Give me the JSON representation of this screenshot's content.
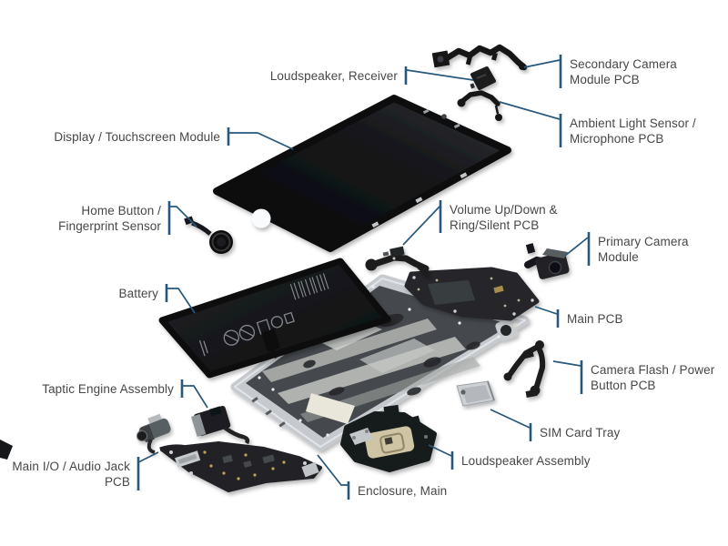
{
  "meta": {
    "description": "Exploded view diagram of a smartphone with callout labels for each internal component",
    "colors": {
      "background": "#ffffff",
      "label_text": "#474747",
      "leader_line": "#27587c",
      "display_black": "#101114",
      "enclosure_silver": "#c6c9cd",
      "speaker_pad_gold": "#cfc4a4"
    }
  },
  "labels": {
    "loudspeaker_receiver": {
      "lines": [
        "Loudspeaker, Receiver"
      ]
    },
    "secondary_camera": {
      "lines": [
        "Secondary Camera",
        "Module PCB"
      ]
    },
    "ambient": {
      "lines": [
        "Ambient Light Sensor /",
        "Microphone PCB"
      ]
    },
    "display": {
      "lines": [
        "Display / Touchscreen Module"
      ]
    },
    "home_button": {
      "lines": [
        "Home Button /",
        "Fingerprint Sensor"
      ]
    },
    "volume": {
      "lines": [
        "Volume Up/Down &",
        "Ring/Silent PCB"
      ]
    },
    "primary_camera": {
      "lines": [
        "Primary Camera",
        "Module"
      ]
    },
    "battery": {
      "lines": [
        "Battery"
      ]
    },
    "main_pcb": {
      "lines": [
        "Main PCB"
      ]
    },
    "camera_flash": {
      "lines": [
        "Camera Flash / Power",
        "Button PCB"
      ]
    },
    "taptic": {
      "lines": [
        "Taptic Engine Assembly"
      ]
    },
    "sim": {
      "lines": [
        "SIM Card Tray"
      ]
    },
    "main_io": {
      "lines": [
        "Main I/O / Audio Jack",
        "PCB"
      ]
    },
    "speaker_assembly": {
      "lines": [
        "Loudspeaker Assembly"
      ]
    },
    "enclosure": {
      "lines": [
        "Enclosure, Main"
      ]
    }
  }
}
